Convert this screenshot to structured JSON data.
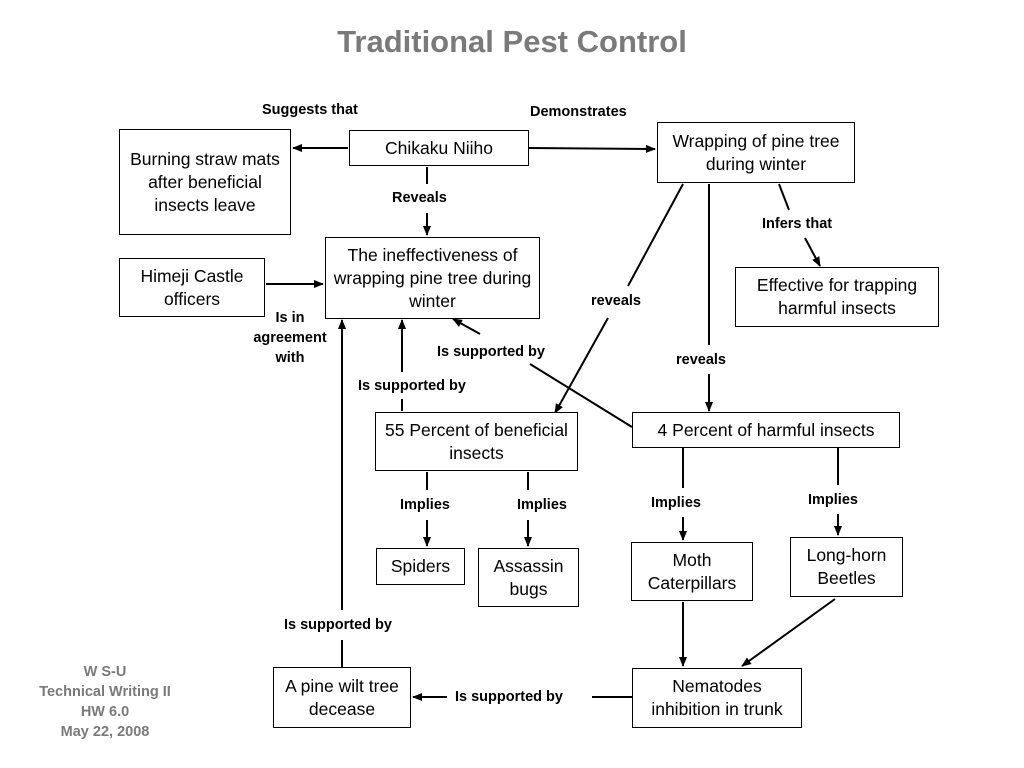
{
  "title": "Traditional Pest Control",
  "nodes": {
    "burning_straw": "Burning straw mats after beneficial insects leave",
    "chikaku": "Chikaku Niiho",
    "wrapping": "Wrapping of pine tree during winter",
    "himeji": "Himeji Castle officers",
    "ineffectiveness": "The ineffectiveness of wrapping pine tree during winter",
    "effective": "Effective for trapping harmful insects",
    "beneficial55": "55 Percent of beneficial insects",
    "harmful4": "4 Percent of harmful insects",
    "spiders": "Spiders",
    "assassin": "Assassin bugs",
    "moth": "Moth Caterpillars",
    "longhorn": "Long-horn Beetles",
    "pinewilt": "A pine wilt tree decease",
    "nematodes": "Nematodes inhibition in trunk"
  },
  "edges": {
    "suggests": "Suggests that",
    "demonstrates": "Demonstrates",
    "reveals_chikaku": "Reveals",
    "infers": "Infers that",
    "agreement_1": "Is in",
    "agreement_2": "agreement",
    "agreement_3": "with",
    "reveals_wrap_55": "reveals",
    "reveals_wrap_4": "reveals",
    "supported_55": "Is supported by",
    "supported_4": "Is supported by",
    "implies_spiders": "Implies",
    "implies_assassin": "Implies",
    "implies_moth": "Implies",
    "implies_longhorn": "Implies",
    "supported_pinewilt": "Is supported by",
    "supported_nematodes": "Is supported by"
  },
  "footer": [
    "W S-U",
    "Technical Writing II",
    "HW 6.0",
    "May 22, 2008"
  ]
}
